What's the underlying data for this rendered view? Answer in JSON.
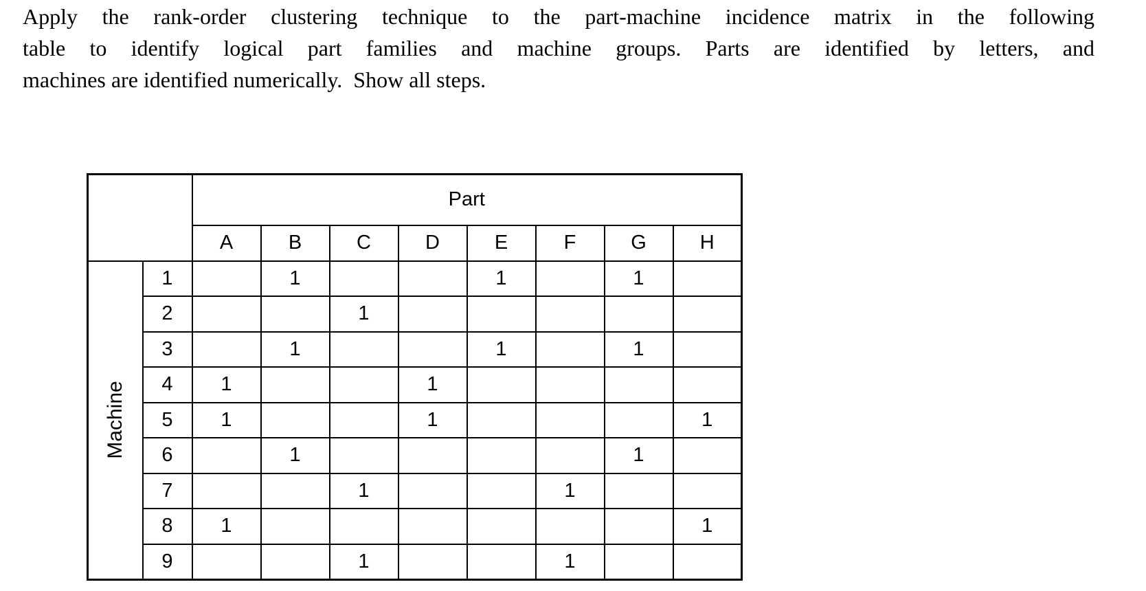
{
  "problem": {
    "lines": [
      "Apply the rank-order clustering technique to the part-machine incidence matrix in the following",
      "table to identify logical part families and machine groups. Parts are identified by letters, and",
      "machines are identified numerically.  Show all steps."
    ]
  },
  "table": {
    "part_group_label": "Part",
    "machine_group_label": "Machine",
    "part_columns": [
      "A",
      "B",
      "C",
      "D",
      "E",
      "F",
      "G",
      "H"
    ],
    "machines": [
      "1",
      "2",
      "3",
      "4",
      "5",
      "6",
      "7",
      "8",
      "9"
    ],
    "incidence": [
      [
        "",
        "1",
        "",
        "",
        "1",
        "",
        "1",
        ""
      ],
      [
        "",
        "",
        "1",
        "",
        "",
        "",
        "",
        ""
      ],
      [
        "",
        "1",
        "",
        "",
        "1",
        "",
        "1",
        ""
      ],
      [
        "1",
        "",
        "",
        "1",
        "",
        "",
        "",
        ""
      ],
      [
        "1",
        "",
        "",
        "1",
        "",
        "",
        "",
        "1"
      ],
      [
        "",
        "1",
        "",
        "",
        "",
        "",
        "1",
        ""
      ],
      [
        "",
        "",
        "1",
        "",
        "",
        "1",
        "",
        ""
      ],
      [
        "1",
        "",
        "",
        "",
        "",
        "",
        "",
        "1"
      ],
      [
        "",
        "",
        "1",
        "",
        "",
        "1",
        "",
        ""
      ]
    ]
  }
}
